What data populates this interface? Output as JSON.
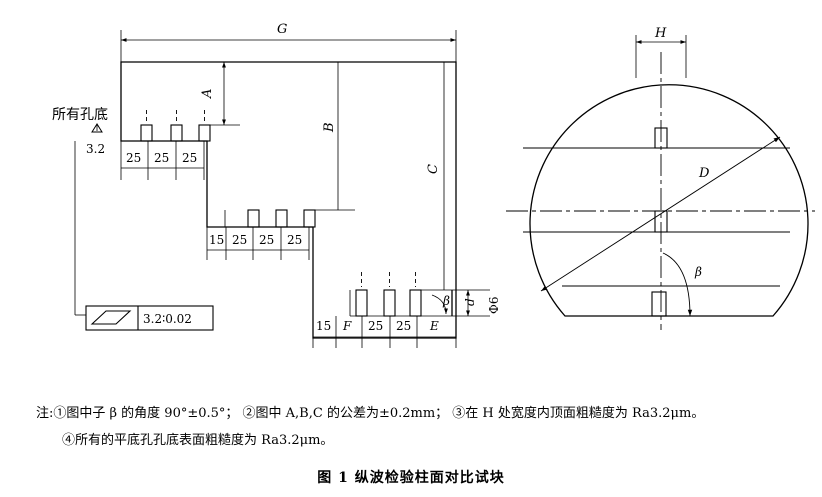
{
  "drawing": {
    "dim_labels": {
      "G": "G",
      "A": "A",
      "B": "B",
      "C": "C",
      "D": "D",
      "H": "H",
      "E": "E",
      "F": "F",
      "d": "d",
      "beta": "β",
      "beta2": "β",
      "hole_dia": "Φ6"
    },
    "hole_bottom_label": "所有孔底",
    "roughness_value": "3.2",
    "spacings": {
      "s1": "25",
      "s2": "25",
      "s3": "25",
      "s4": "25",
      "s5": "25",
      "s6": "25",
      "s7": "25",
      "s8": "25",
      "offset1": "15",
      "offset2": "15"
    },
    "flatness_box": {
      "value": "3.2∶0.02"
    }
  },
  "notes": {
    "line1": "注:①图中子 β 的角度 90°±0.5°；  ②图中 A,B,C 的公差为±0.2mm；  ③在 H 处宽度内顶面粗糙度为 Ra3.2μm。",
    "line2": "④所有的平底孔孔底表面粗糙度为 Ra3.2μm。"
  },
  "caption": "图 1    纵波检验柱面对比试块"
}
